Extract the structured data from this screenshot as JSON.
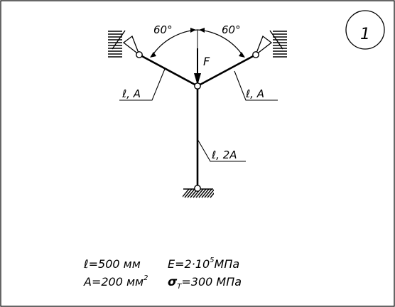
{
  "problem_number": "1",
  "angles": {
    "left": "60°",
    "right": "60°"
  },
  "force": {
    "label": "F"
  },
  "members": {
    "left": "ℓ, A",
    "right": "ℓ, A",
    "vertical": "ℓ, 2A"
  },
  "given": {
    "length": {
      "symbol": "ℓ",
      "value": "=500 мм"
    },
    "area": {
      "text": "A=200 мм",
      "superscript": "2"
    },
    "modulus": {
      "text": "E=2·10",
      "superscript": "5",
      "unit": "МПа"
    },
    "yield": {
      "symbol": "σ",
      "subscript": "T",
      "value": "=300 МПа"
    }
  },
  "colors": {
    "ink": "#000000",
    "background": "#ffffff"
  }
}
